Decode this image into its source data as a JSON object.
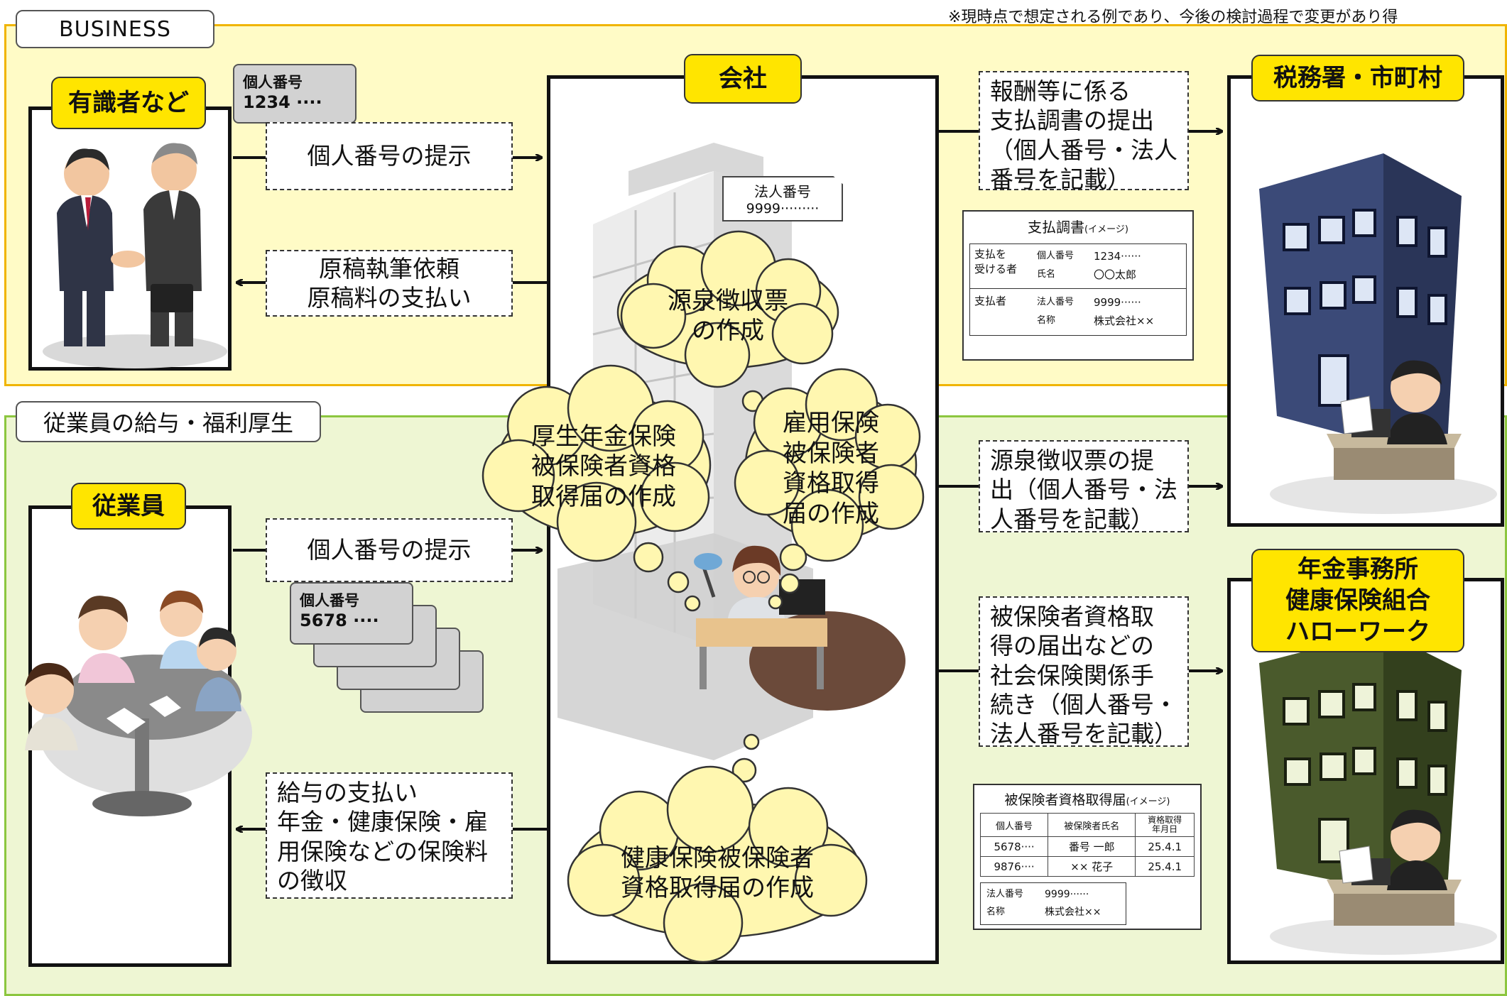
{
  "disclaimer": "※現時点で想定される例であり、今後の検討過程で変更があり得",
  "sections": {
    "business_tab": "BUSINESS",
    "employee_tab": "従業員の給与・福利厚生"
  },
  "actors": {
    "expert": "有識者など",
    "company": "会社",
    "employee": "従業員",
    "tax_office": "税務署・市町村",
    "pension_office": "年金事務所\n健康保険組合\nハローワーク"
  },
  "cards": {
    "expert_card": {
      "label": "個人番号",
      "number": "1234 ····"
    },
    "employee_card": {
      "label": "個人番号",
      "number": "5678 ····"
    },
    "corporate_tag": {
      "label": "法人番号",
      "number": "9999·········"
    }
  },
  "flows": {
    "expert_present": "個人番号の提示",
    "expert_request": "原稿執筆依頼\n原稿料の支払い",
    "employee_present": "個人番号の提示",
    "employee_pay": "給与の支払い\n年金・健康保険・雇\n用保険などの保険料\nの徴収",
    "submit_payment_record": "報酬等に係る\n支払調書の提出\n（個人番号・法人\n番号を記載）",
    "submit_withholding": "源泉徴収票の提\n出（個人番号・法\n人番号を記載）",
    "submit_social_insurance": "被保険者資格取\n得の届出などの\n社会保険関係手\n続き（個人番号・\n法人番号を記載）"
  },
  "thoughts": {
    "withholding": "源泉徴収票\nの作成",
    "pension": "厚生年金保険\n被保険者資格\n取得届の作成",
    "employment_ins": "雇用保険\n被保険者\n資格取得\n届の作成",
    "health_ins": "健康保険被保険者\n資格取得届の作成"
  },
  "payment_doc": {
    "title": "支払調書",
    "title_suffix": "(イメージ)",
    "recipient_label": "支払を\n受ける者",
    "recipient_fields": [
      "個人番号",
      "氏名"
    ],
    "recipient_values": [
      "1234······",
      "〇〇太郎"
    ],
    "payer_label": "支払者",
    "payer_fields": [
      "法人番号",
      "名称"
    ],
    "payer_values": [
      "9999······",
      "株式会社××"
    ]
  },
  "insurance_doc": {
    "title": "被保険者資格取得届",
    "title_suffix": "(イメージ)",
    "headers": [
      "個人番号",
      "被保険者氏名",
      "資格取得\n年月日"
    ],
    "rows": [
      [
        "5678····",
        "番号 一郎",
        "25.4.1"
      ],
      [
        "9876····",
        "×× 花子",
        "25.4.1"
      ]
    ],
    "corp_fields": [
      "法人番号",
      "名称"
    ],
    "corp_values": [
      "9999······",
      "株式会社××"
    ]
  },
  "colors": {
    "business_bg": "#fffbc6",
    "business_border": "#f0b400",
    "employee_bg": "#eef6d3",
    "employee_border": "#8cc63f",
    "label_yellow": "#ffe500",
    "cloud_fill": "#fff7b0",
    "tax_building": "#3b4a78",
    "pension_building": "#4a5a2c"
  }
}
